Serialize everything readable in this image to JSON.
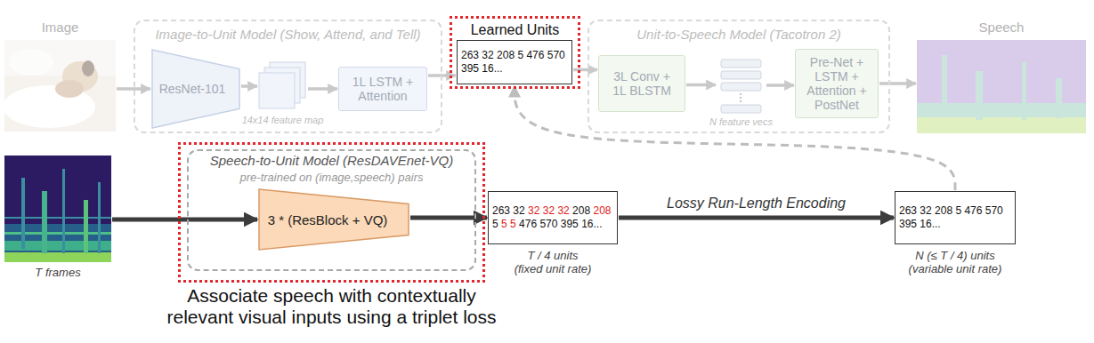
{
  "diagram": {
    "nodes": [
      {
        "text": [
          "Image"
        ]
      },
      {
        "text": [
          "Image-to-Unit Model (Show, Attend, and Tell)"
        ]
      },
      {
        "text": [
          "ResNet-101"
        ],
        "in": 1
      },
      {
        "text": [
          "14x14 feature map"
        ],
        "in": 1
      },
      {
        "text": [
          "1L LSTM + Attention"
        ],
        "in": 1
      },
      {
        "text": [
          "Learned Units"
        ]
      },
      {
        "text": [
          "263 32 208 5 476 570 395 16..."
        ],
        "in": 5
      },
      {
        "text": [
          "Unit-to-Speech Model (Tacotron 2)"
        ]
      },
      {
        "text": [
          "3L Conv + 1L BLSTM"
        ],
        "in": 7
      },
      {
        "text": [
          "N feature vecs"
        ],
        "in": 7
      },
      {
        "text": [
          "Pre-Net + LSTM + Attention + PostNet"
        ],
        "in": 7
      },
      {
        "text": [
          "Speech"
        ]
      },
      {
        "text": [
          "T frames"
        ]
      },
      {
        "text": [
          "Associate speech with contextually relevant visual inputs using a triplet loss"
        ]
      },
      {
        "text": [
          "Speech-to-Unit Model (ResDAVEnet-VQ)",
          "pre-trained on (image,speech) pairs"
        ],
        "in": 13
      },
      {
        "text": [
          "3 * (ResBlock + VQ)"
        ],
        "in": 14
      },
      {
        "text": [
          "263 32 32 32 32 208 208 5 5 5 476 570 395 16...",
          "T / 4 units (fixed unit rate)"
        ]
      },
      {
        "text": [
          "263 32 208 5 476 570 395 16...",
          "N (≤ T / 4) units (variable unit rate)"
        ]
      }
    ],
    "edges": [
      {
        "from": 0,
        "to": 2,
        "arrow": "to"
      },
      {
        "from": 2,
        "to": 3,
        "arrow": "to"
      },
      {
        "from": 3,
        "to": 4,
        "arrow": "to"
      },
      {
        "from": 4,
        "to": 6,
        "arrow": "to"
      },
      {
        "from": 6,
        "to": 8,
        "arrow": "to"
      },
      {
        "from": 8,
        "to": 9,
        "arrow": "to"
      },
      {
        "from": 9,
        "to": 10,
        "arrow": "to"
      },
      {
        "from": 10,
        "to": 11,
        "arrow": "to"
      },
      {
        "from": 12,
        "to": 15,
        "arrow": "to"
      },
      {
        "from": 15,
        "to": 16,
        "arrow": "to"
      },
      {
        "from": 16,
        "to": 17,
        "label": "Lossy Run-Length Encoding",
        "arrow": "to"
      },
      {
        "from": 17,
        "to": 6,
        "arrow": "to"
      }
    ]
  }
}
